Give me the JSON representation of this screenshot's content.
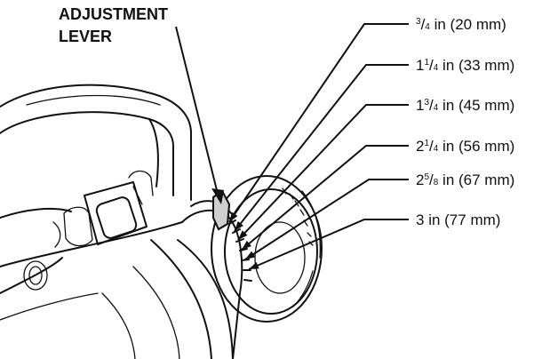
{
  "lever_label": {
    "line1": "ADJUSTMENT",
    "line2": "LEVER"
  },
  "height_settings": [
    {
      "whole": "",
      "num": "3",
      "den": "4",
      "rest": " in (20 mm)"
    },
    {
      "whole": "1",
      "num": "1",
      "den": "4",
      "rest": " in (33 mm)"
    },
    {
      "whole": "1",
      "num": "3",
      "den": "4",
      "rest": " in (45 mm)"
    },
    {
      "whole": "2",
      "num": "1",
      "den": "4",
      "rest": " in (56 mm)"
    },
    {
      "whole": "2",
      "num": "5",
      "den": "8",
      "rest": " in (67 mm)"
    },
    {
      "whole": "3",
      "num": "",
      "den": "",
      "rest": " in (77 mm)"
    }
  ]
}
